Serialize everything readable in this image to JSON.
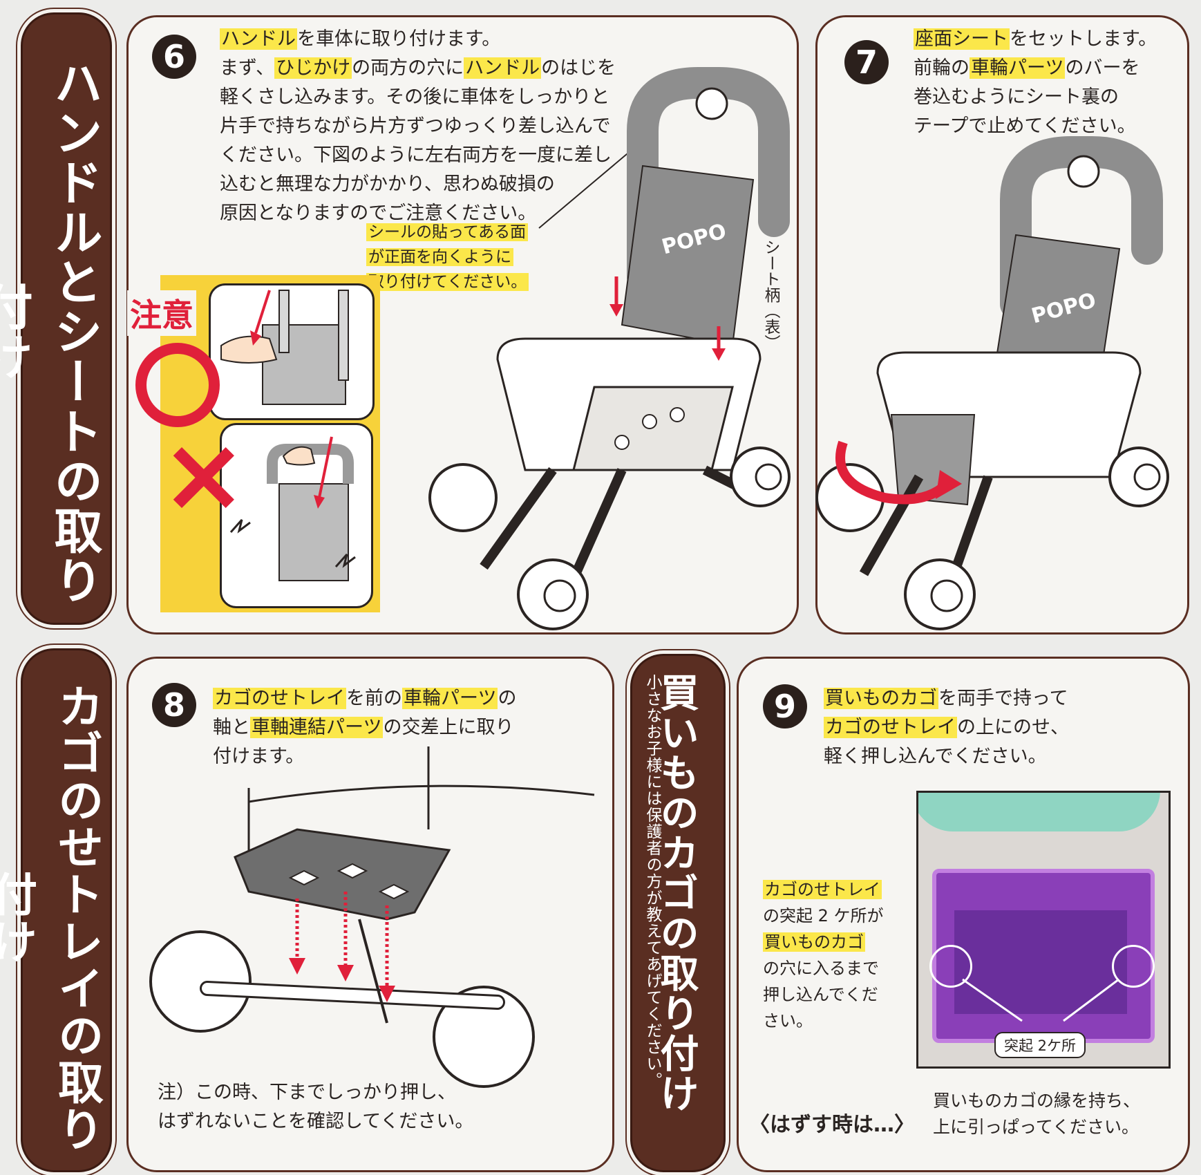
{
  "section1": {
    "title": "ハンドルとシートの取り付け"
  },
  "section2": {
    "title": "カゴのせトレイの取り付け"
  },
  "section3": {
    "title": "買いものカゴの取り付け",
    "subtitle": "小さなお子様には保護者の方が教えてあげてください。"
  },
  "step6": {
    "number": "6",
    "lines": [
      [
        "ハンドル",
        "を車体に取り付けます。"
      ],
      [
        "まず、",
        "ひじかけ",
        "の両方の穴に",
        "ハンドル",
        "のはじを"
      ],
      [
        "軽くさし込みます。その後に車体をしっかりと"
      ],
      [
        "片手で持ちながら片方ずつゆっくり差し込んで"
      ],
      [
        "ください。下図のように左右両方を一度に差し"
      ],
      [
        "込むと無理な力がかかり、思わぬ破損の"
      ],
      [
        "原因となりますのでご注意ください。"
      ]
    ],
    "sticker_note": [
      "シールの貼ってある面",
      "が正面を向くように",
      "取り付けてください。"
    ],
    "caution": "注意",
    "seat_pattern": "シート柄（表）",
    "seat_logo": "POPO",
    "ok_mark": "○",
    "ng_mark": "×"
  },
  "step7": {
    "number": "7",
    "lines": [
      [
        "座面シート",
        "をセットします。"
      ],
      [
        "前輪の",
        "車輪パーツ",
        "のバーを"
      ],
      [
        "巻込むようにシート裏の"
      ],
      [
        "テープで止めてください。"
      ]
    ],
    "seat_logo": "POPO"
  },
  "step8": {
    "number": "8",
    "lines": [
      [
        "カゴのせトレイ",
        "を前の",
        "車輪パーツ",
        "の"
      ],
      [
        "軸と",
        "車軸連結パーツ",
        "の交差上に取り"
      ],
      [
        "付けます。"
      ]
    ],
    "note_lines": [
      "注）この時、下までしっかり押し、",
      "はずれないことを確認してください。"
    ]
  },
  "step9": {
    "number": "9",
    "lines": [
      [
        "買いものカゴ",
        "を両手で持って"
      ],
      [
        "カゴのせトレイ",
        "の上にのせ、"
      ],
      [
        "軽く押し込んでください。"
      ]
    ],
    "side_lines": [
      [
        "カゴのせトレイ"
      ],
      [
        "の突起 2 ケ所が"
      ],
      [
        "買いものカゴ"
      ],
      [
        "の穴に入るまで"
      ],
      [
        "押し込んでくだ"
      ],
      [
        "さい。"
      ]
    ],
    "photo_label": "突起 2ケ所",
    "remove_label": "〈はずす時は…〉",
    "remove_lines": [
      "買いものカゴの縁を持ち、",
      "上に引っぱってください。"
    ]
  },
  "colors": {
    "brown": "#5a2e22",
    "yellow": "#fbe74a",
    "red": "#e0203a",
    "mint": "#8fd5c2",
    "purple": "#8a3fb8"
  }
}
